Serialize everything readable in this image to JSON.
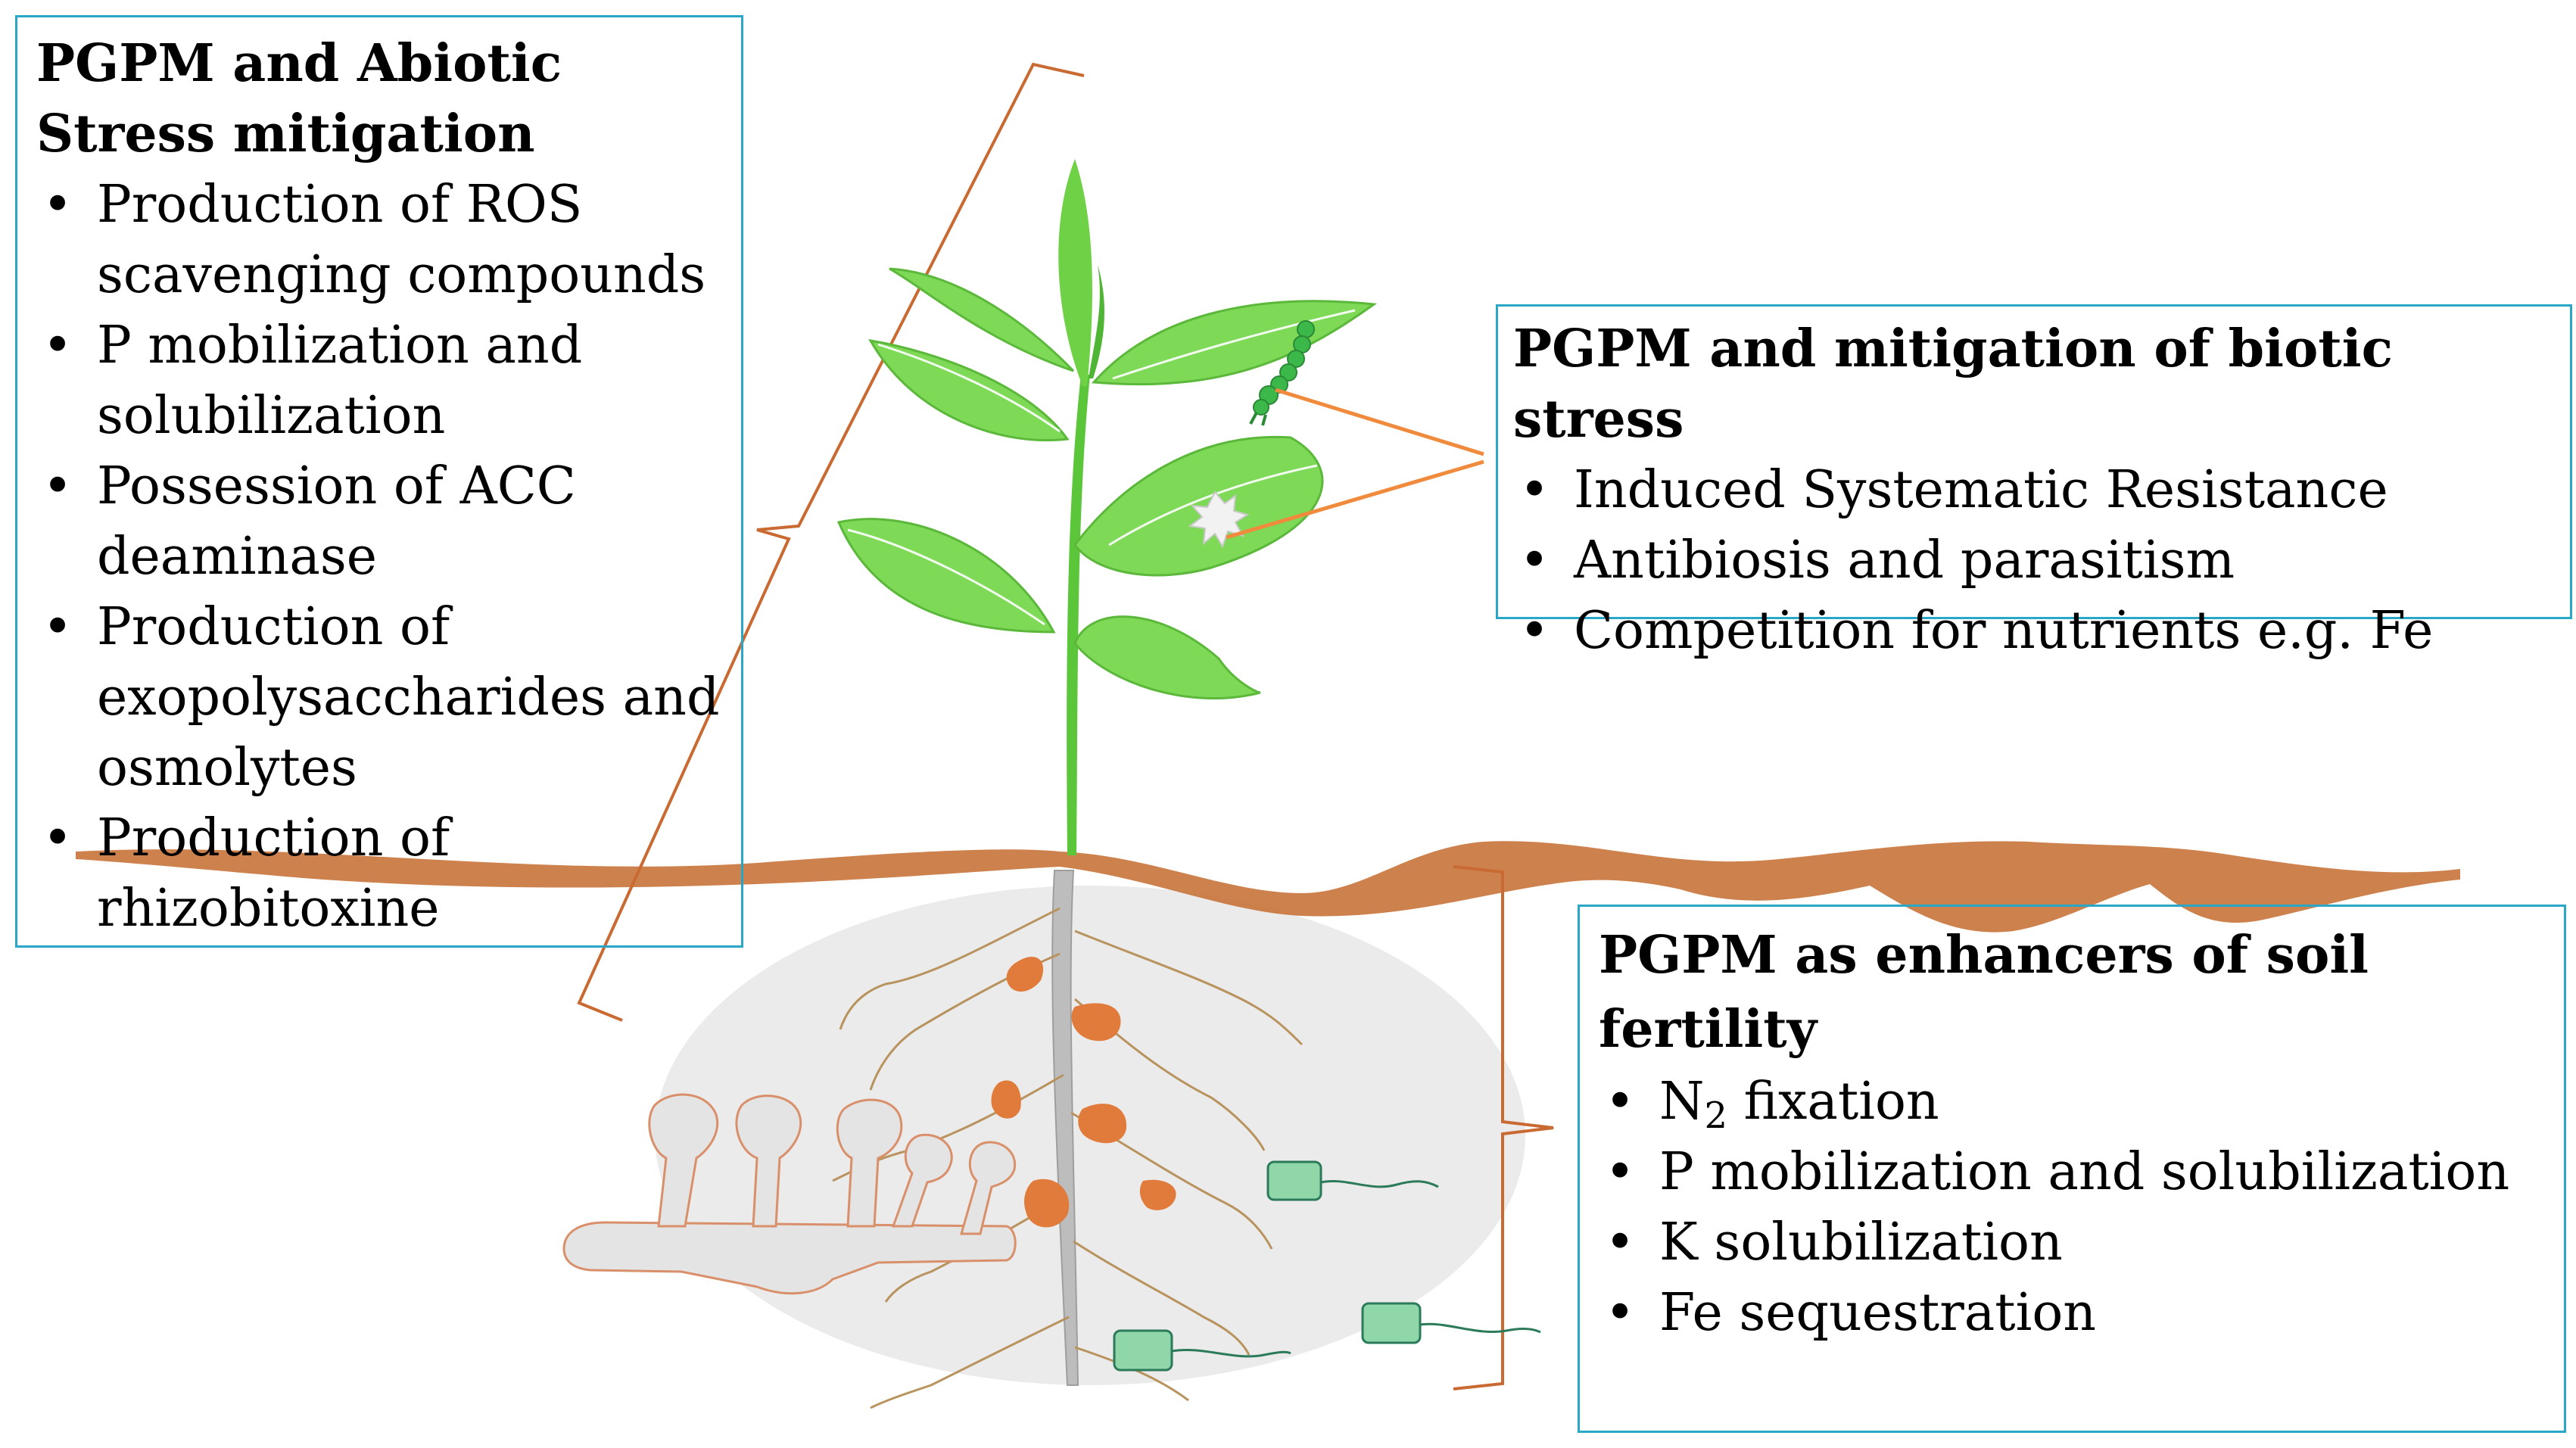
{
  "colors": {
    "panel_border": "#2aa6c7",
    "leaf_green": "#7ed957",
    "stem_green": "#5cc63a",
    "soil_brown": "#c8733a",
    "nodule_orange": "#e07b3c",
    "bracket_orange": "#c96a33",
    "arrow_orange": "#f08a3c",
    "root_brown": "#b8935e",
    "rhizosphere_gray": "#e6e6e6",
    "bacterium_green": "#3aa676"
  },
  "panels": {
    "abiotic": {
      "title": "PGPM and Abiotic Stress mitigation",
      "items": [
        "Production of ROS scavenging compounds",
        "P mobilization and solubilization",
        "Possession of ACC deaminase",
        "Production of exopolysaccharides and osmolytes",
        "Production of rhizobitoxine"
      ]
    },
    "biotic": {
      "title": "PGPM and mitigation of biotic stress",
      "items": [
        "Induced Systematic Resistance",
        "Antibiosis and parasitism",
        "Competition for nutrients e.g. Fe"
      ]
    },
    "fertility": {
      "title": "PGPM as enhancers of soil fertility",
      "n2_main": "N",
      "n2_sub": "2",
      "n2_rest": " fixation",
      "items": [
        "P mobilization and solubilization",
        "K solubilization",
        "Fe sequestration"
      ]
    }
  },
  "icons": [
    "plant-illustration",
    "caterpillar-icon",
    "leaf-lesion-icon",
    "root-nodule-icon",
    "mycorrhizal-fungi-icon",
    "bacterium-icon"
  ]
}
